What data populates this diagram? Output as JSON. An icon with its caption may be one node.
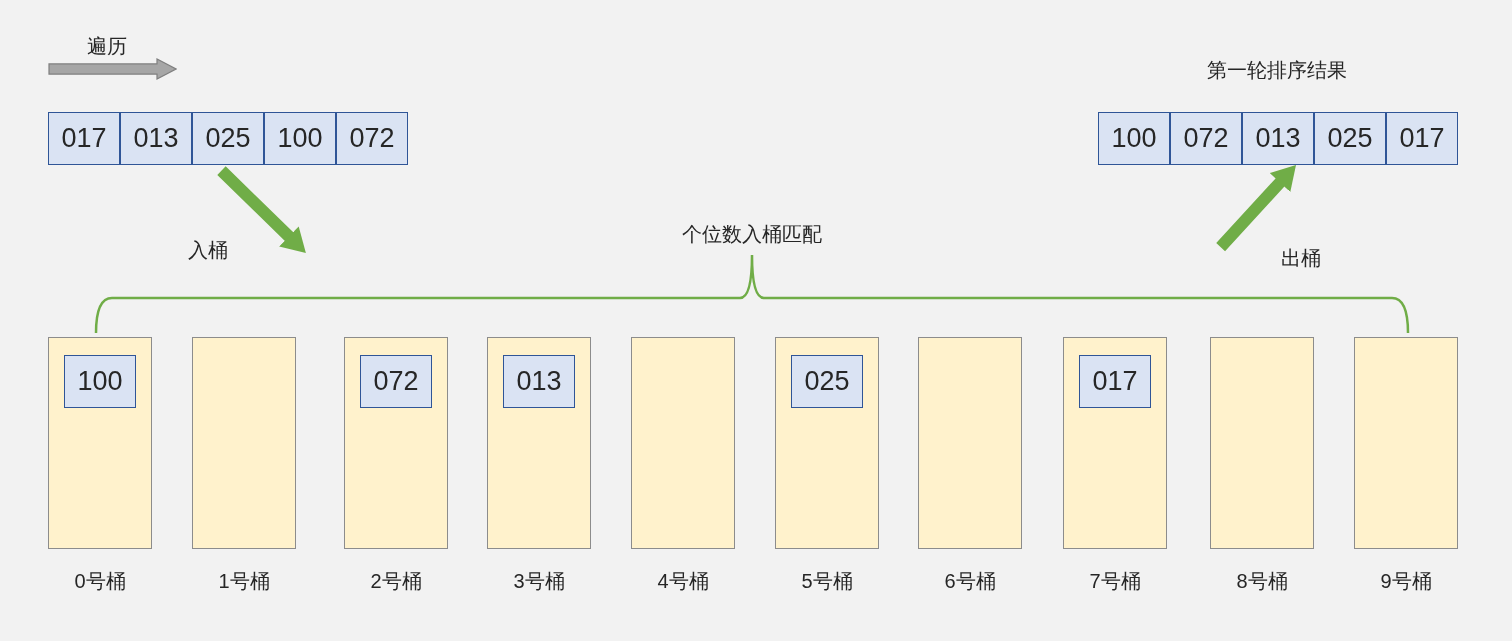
{
  "diagram": {
    "nodes": [
      {
        "text": [],
        "shape": "arrow",
        "beside": [
          "遍历"
        ]
      },
      {
        "text": [
          "017"
        ]
      },
      {
        "text": [
          "013"
        ]
      },
      {
        "text": [
          "025"
        ]
      },
      {
        "text": [
          "100"
        ]
      },
      {
        "text": [
          "072"
        ]
      },
      {
        "text": [
          "100"
        ]
      },
      {
        "text": [
          "072"
        ]
      },
      {
        "text": [
          "013"
        ]
      },
      {
        "text": [
          "025"
        ]
      },
      {
        "text": [
          "017"
        ]
      },
      {
        "text": [],
        "shape": "bracket",
        "beside": [
          "个位数入桶匹配"
        ]
      },
      {
        "text": [],
        "shape": "box",
        "beside": [
          "0号桶"
        ]
      },
      {
        "text": [
          "100"
        ],
        "in": 12
      },
      {
        "text": [],
        "shape": "box",
        "beside": [
          "1号桶"
        ]
      },
      {
        "text": [],
        "shape": "box",
        "beside": [
          "2号桶"
        ]
      },
      {
        "text": [
          "072"
        ],
        "in": 15
      },
      {
        "text": [],
        "shape": "box",
        "beside": [
          "3号桶"
        ]
      },
      {
        "text": [
          "013"
        ],
        "in": 17
      },
      {
        "text": [],
        "shape": "box",
        "beside": [
          "4号桶"
        ]
      },
      {
        "text": [],
        "shape": "box",
        "beside": [
          "5号桶"
        ]
      },
      {
        "text": [
          "025"
        ],
        "in": 20
      },
      {
        "text": [],
        "shape": "box",
        "beside": [
          "6号桶"
        ]
      },
      {
        "text": [],
        "shape": "box",
        "beside": [
          "7号桶"
        ]
      },
      {
        "text": [
          "017"
        ],
        "in": 23
      },
      {
        "text": [],
        "shape": "box",
        "beside": [
          "8号桶"
        ]
      },
      {
        "text": [],
        "shape": "box",
        "beside": [
          "9号桶"
        ]
      }
    ],
    "edges": [
      {
        "from": 3,
        "to": 11,
        "arrow": "to",
        "label": "入桶"
      },
      {
        "from": 11,
        "to": 8,
        "arrow": "to",
        "label": "出桶"
      }
    ],
    "labels": [
      "第一轮排序结果"
    ]
  }
}
